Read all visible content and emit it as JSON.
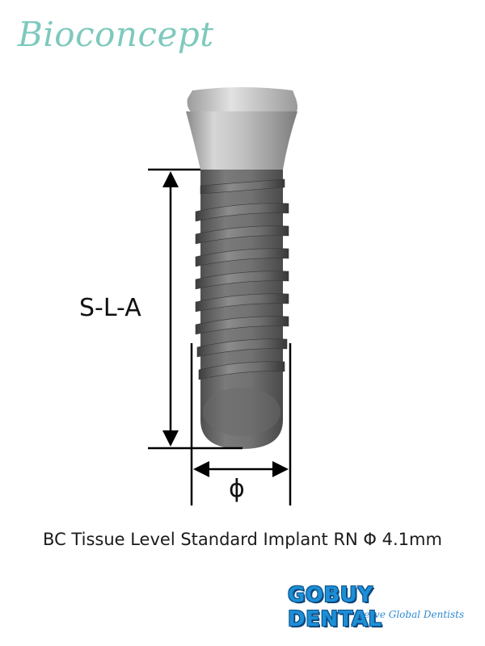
{
  "brand": {
    "name": "Bioconcept"
  },
  "diagram": {
    "length_label": "S-L-A",
    "diameter_label": "ϕ"
  },
  "caption": "BC Tissue Level Standard Implant RN Φ 4.1mm",
  "seller": {
    "name": "GOBUY DENTAL",
    "tagline": "Serve Global Dentists"
  },
  "colors": {
    "brand": "#7ec9bd",
    "seller_blue": "#1d8fd6",
    "implant_metal": "#6f6f6f",
    "collar_metal": "#b5b5b5"
  }
}
